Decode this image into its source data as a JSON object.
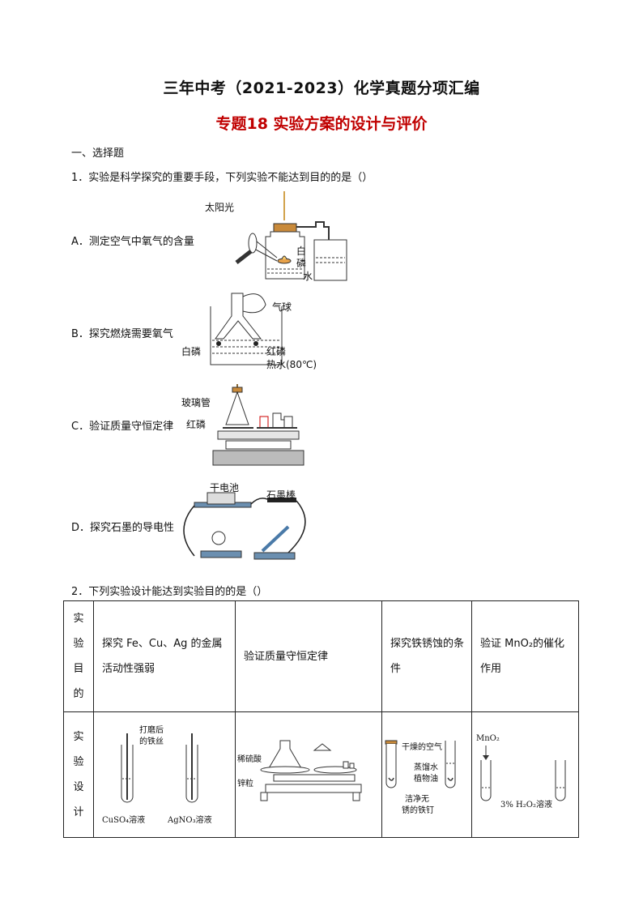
{
  "header": {
    "title": "三年中考（2021-2023）化学真题分项汇编",
    "subtitle": "专题18  实验方案的设计与评价"
  },
  "section": {
    "heading": "一、选择题"
  },
  "q1": {
    "stem": "1．实验是科学探究的重要手段，下列实验不能达到目的的是（）",
    "options": [
      {
        "label": "A．测定空气中氧气的含量",
        "fig_labels": [
          "太阳光",
          "白",
          "磷",
          "水"
        ]
      },
      {
        "label": "B．探究燃烧需要氧气",
        "fig_labels": [
          "气球",
          "白磷",
          "红磷",
          "热水(80℃)"
        ]
      },
      {
        "label": "C．验证质量守恒定律",
        "fig_labels": [
          "玻璃管",
          "红磷"
        ]
      },
      {
        "label": "D．探究石墨的导电性",
        "fig_labels": [
          "干电池",
          "石墨棒"
        ]
      }
    ]
  },
  "q2": {
    "stem": "2．下列实验设计能达到实验目的的是（）",
    "row_purpose": {
      "header": [
        "实",
        "验",
        "目",
        "的"
      ],
      "cells": [
        "探究 Fe、Cu、Ag 的金属活动性强弱",
        "验证质量守恒定律",
        "探究铁锈蚀的条件",
        "验证 MnO₂的催化作用"
      ]
    },
    "row_design": {
      "header": [
        "实",
        "验",
        "设",
        "计"
      ],
      "fig_labels": {
        "a": [
          "打磨后",
          "的铁丝",
          "CuSO₄溶液",
          "AgNO₃溶液"
        ],
        "b": [
          "稀硫酸",
          "锌粒"
        ],
        "c": [
          "干燥的空气",
          "蒸馏水",
          "植物油",
          "洁净无",
          "锈的铁钉"
        ],
        "d": [
          "MnO₂",
          "3% H₂O₂溶液"
        ]
      }
    }
  }
}
